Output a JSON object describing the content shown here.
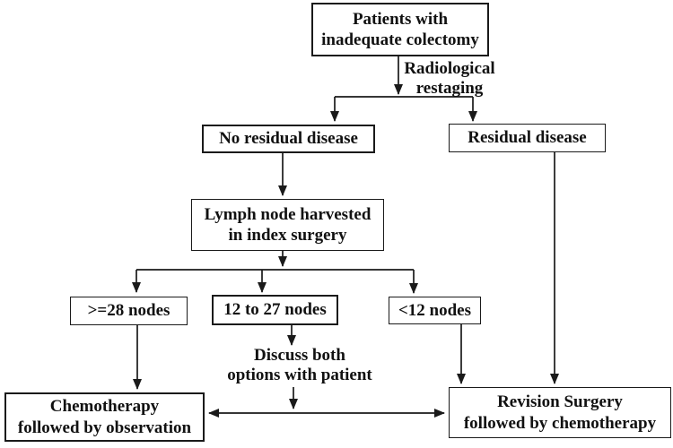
{
  "figure": {
    "background_color": "#ffffff",
    "ink_color": "#111111",
    "line_color": "#1a1a1a"
  },
  "nodes": {
    "patients": {
      "lines": [
        "Patients with",
        "inadequate colectomy"
      ]
    },
    "no_residual": {
      "lines": [
        "No residual disease"
      ]
    },
    "residual": {
      "lines": [
        "Residual disease"
      ]
    },
    "lymph": {
      "lines": [
        "Lymph node harvested",
        "in index surgery"
      ]
    },
    "ge28": {
      "lines": [
        ">=28 nodes"
      ]
    },
    "n12to27": {
      "lines": [
        "12 to 27 nodes"
      ]
    },
    "lt12": {
      "lines": [
        "<12 nodes"
      ]
    },
    "chemo": {
      "lines": [
        "Chemotherapy",
        "followed by observation"
      ]
    },
    "revision": {
      "lines": [
        "Revision Surgery",
        "followed by chemotherapy"
      ]
    }
  },
  "edge_labels": {
    "radiological": {
      "lines": [
        "Radiological",
        "restaging"
      ]
    }
  },
  "annotations": {
    "discuss": {
      "lines": [
        "Discuss both",
        "options with patient"
      ]
    }
  }
}
